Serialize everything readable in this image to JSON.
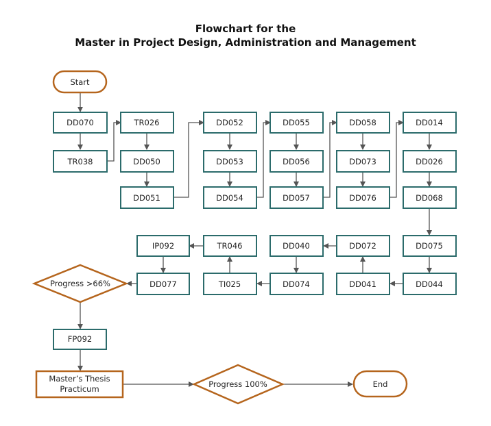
{
  "title_line1": "Flowchart for the",
  "title_line2": "Master in Project Design, Administration and Management",
  "colors": {
    "box_border": "#2b6b6b",
    "terminal_border": "#b5651d",
    "arrow": "#555555"
  },
  "nodes": {
    "start": "Start",
    "dd070": "DD070",
    "tr038": "TR038",
    "tr026": "TR026",
    "dd050": "DD050",
    "dd051": "DD051",
    "dd052": "DD052",
    "dd053": "DD053",
    "dd054": "DD054",
    "dd055": "DD055",
    "dd056": "DD056",
    "dd057": "DD057",
    "dd058": "DD058",
    "dd073": "DD073",
    "dd076": "DD076",
    "dd014": "DD014",
    "dd026": "DD026",
    "dd068": "DD068",
    "dd075": "DD075",
    "dd044": "DD044",
    "dd041": "DD041",
    "dd072": "DD072",
    "dd074": "DD074",
    "dd040": "DD040",
    "ti025": "TI025",
    "tr046": "TR046",
    "ip092": "IP092",
    "dd077": "DD077",
    "progress66": "Progress >66%",
    "fp092": "FP092",
    "thesis_line1": "Master’s Thesis",
    "thesis_line2": "Practicum",
    "progress100": "Progress 100%",
    "end": "End"
  }
}
